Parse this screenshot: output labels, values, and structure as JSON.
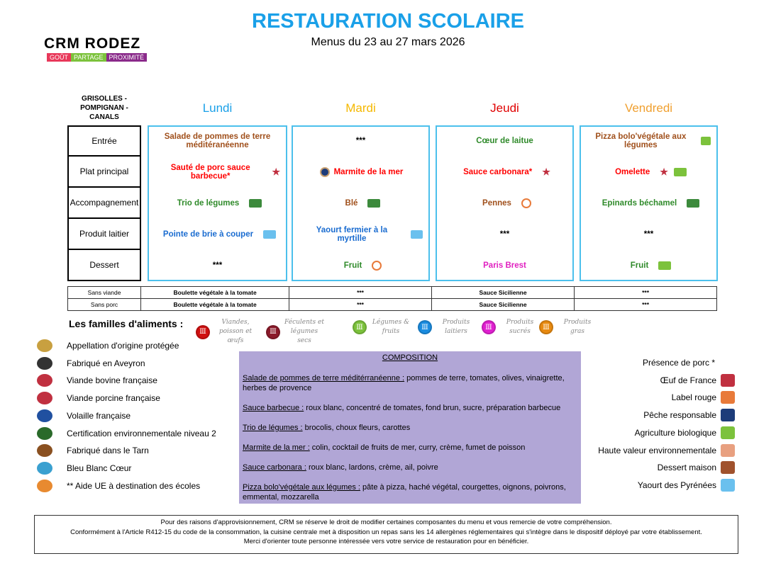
{
  "title": "RESTAURATION SCOLAIRE",
  "subtitle": "Menus du 23 au 27 mars 2026",
  "logo": {
    "name": "CRM RODEZ",
    "tags": [
      "GOÛT",
      "PARTAGE",
      "PROXIMITÉ"
    ]
  },
  "site": "GRISOLLES - POMPIGNAN - CANALS",
  "rows": [
    "Entrée",
    "Plat principal",
    "Accompagnement",
    "Produit laitier",
    "Dessert"
  ],
  "days": [
    {
      "name": "Lundi",
      "color": "#1aa0e8",
      "items": [
        "Salade de pommes de terre méditéranéenne",
        "Sauté de porc sauce barbecue*",
        "Trio de légumes",
        "Pointe de brie à couper",
        "***"
      ]
    },
    {
      "name": "Mardi",
      "color": "#f5b800",
      "items": [
        "***",
        "Marmite de la mer",
        "Blé",
        "Yaourt fermier à la myrtille",
        "Fruit"
      ]
    },
    {
      "name": "Jeudi",
      "color": "#e00000",
      "items": [
        "Cœur de laitue",
        "Sauce carbonara*",
        "Pennes",
        "***",
        "Paris Brest"
      ]
    },
    {
      "name": "Vendredi",
      "color": "#f0a030",
      "items": [
        "Pizza bolo'végétale aux légumes",
        "Omelette",
        "Epinards béchamel",
        "***",
        "Fruit"
      ]
    }
  ],
  "alternatives": [
    {
      "label": "Sans viande",
      "values": [
        "Boulette végétale à la tomate",
        "***",
        "Sauce Sicilienne",
        "***"
      ]
    },
    {
      "label": "Sans porc",
      "values": [
        "Boulette végétale à la tomate",
        "***",
        "Sauce Sicilienne",
        "***"
      ]
    }
  ],
  "families": {
    "title": "Les familles d'aliments :",
    "items": [
      {
        "label": "Viandes, poisson et œufs",
        "color": "#d01010"
      },
      {
        "label": "Féculents et légumes secs",
        "color": "#8b1a2a"
      },
      {
        "label": "Légumes & fruits",
        "color": "#7cc23c"
      },
      {
        "label": "Produits laitiers",
        "color": "#1a8ce0"
      },
      {
        "label": "Produits sucrés",
        "color": "#e020d0"
      },
      {
        "label": "Produits gras",
        "color": "#e88a10"
      }
    ]
  },
  "legend_left": [
    "Appellation d'origine protégée",
    "Fabriqué en Aveyron",
    "Viande bovine française",
    "Viande porcine française",
    "Volaille française",
    "Certification environnementale niveau 2",
    "Fabriqué dans le Tarn",
    "Bleu Blanc Cœur",
    "** Aide UE à destination des écoles"
  ],
  "legend_right": [
    "Présence de porc *",
    "Œuf de France",
    "Label rouge",
    "Pêche responsable",
    "Agriculture biologique",
    "Haute valeur environnementale",
    "Dessert maison",
    "Yaourt des Pyrénées"
  ],
  "composition": {
    "title": "COMPOSITION",
    "items": [
      {
        "name": "Salade de pommes de terre méditérranéenne :",
        "text": " pommes de terre, tomates, olives, vinaigrette, herbes de provence"
      },
      {
        "name": "Sauce barbecue :",
        "text": " roux blanc, concentré de tomates, fond brun, sucre, préparation barbecue"
      },
      {
        "name": "Trio de légumes :",
        "text": " brocolis, choux fleurs, carottes"
      },
      {
        "name": "Marmite de la mer :",
        "text": " colin, cocktail de fruits de mer, curry, crème, fumet de poisson"
      },
      {
        "name": "Sauce carbonara :",
        "text": " roux blanc, lardons, crème, ail, poivre"
      },
      {
        "name": "Pizza bolo'végétale aux légumes :",
        "text": " pâte à pizza, haché végétal, courgettes, oignons, poivrons, emmental, mozzarella"
      }
    ]
  },
  "footer": [
    "Pour des raisons d'approvisionnement, CRM se réserve le droit de modifier certaines composantes du menu et vous remercie de votre compréhension.",
    "Conformément à l'Article R412-15 du code de la consommation, la cuisine centrale met à disposition un repas sans les 14 allergènes réglementaires qui s'intègre dans le dispositif déployé par votre établissement.",
    "Merci d'orienter toute personne intéressée vers votre service de restauration pour en bénéficier."
  ]
}
